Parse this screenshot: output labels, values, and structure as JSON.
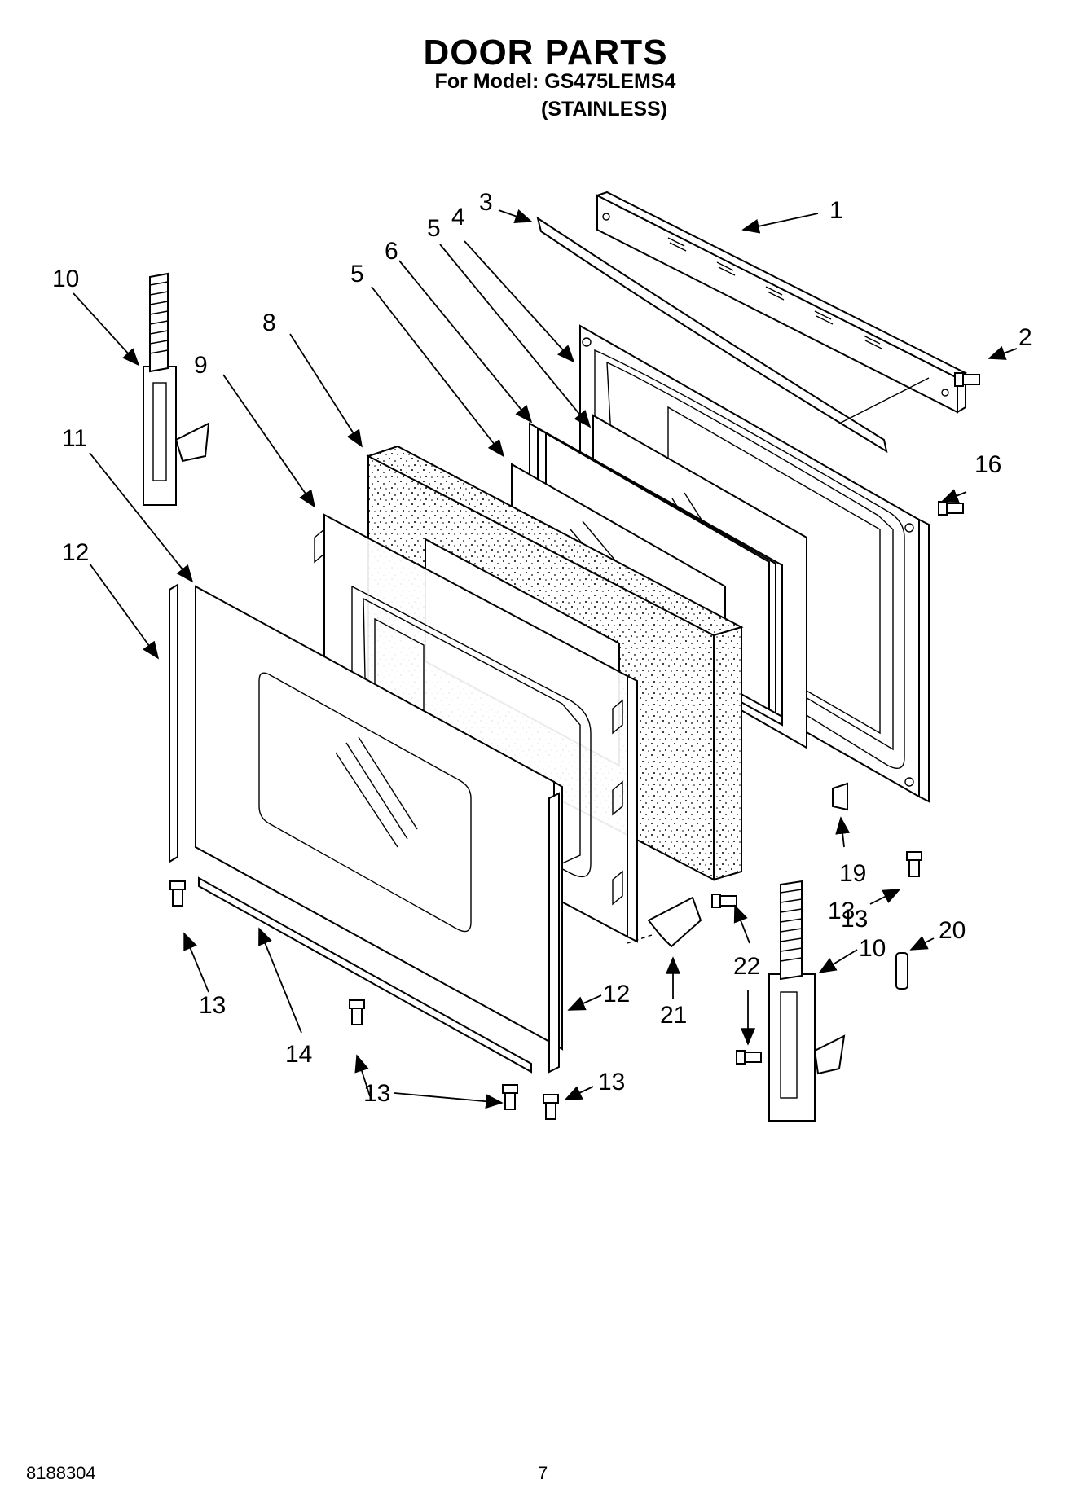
{
  "header": {
    "title": "DOOR PARTS",
    "model_line": "For Model: GS475LEMS4",
    "variant": "(STAINLESS)"
  },
  "callouts": [
    "1",
    "2",
    "3",
    "4",
    "5",
    "5",
    "6",
    "8",
    "9",
    "10",
    "10",
    "11",
    "12",
    "12",
    "13",
    "13",
    "13",
    "13",
    "13",
    "14",
    "16",
    "19",
    "20",
    "21",
    "22"
  ],
  "footer": {
    "doc_number": "8188304",
    "page_number": "7"
  }
}
